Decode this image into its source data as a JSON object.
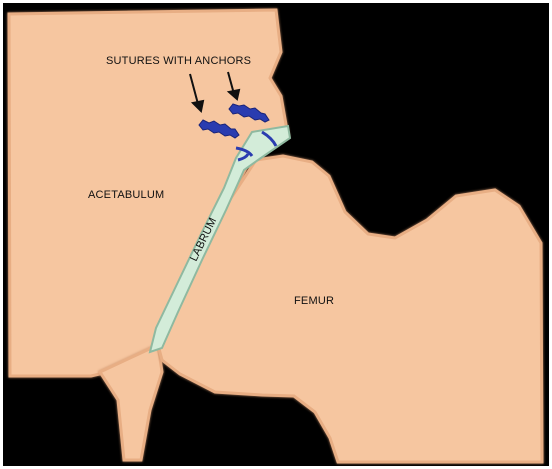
{
  "labels": {
    "sutures": "SUTURES WITH ANCHORS",
    "acetabulum": "ACETABULUM",
    "labrum": "LABRUM",
    "femur": "FEMUR"
  },
  "colors": {
    "background": "#000000",
    "bone_fill": "#f6c6a0",
    "bone_outline": "#e7ad83",
    "labrum_fill": "#d3ecd9",
    "labrum_outline": "#8fb9a0",
    "anchor": "#2a3cb0",
    "text": "#111111"
  },
  "icons": {
    "arrows": "down-arrow",
    "anchors": "suture-anchor"
  }
}
